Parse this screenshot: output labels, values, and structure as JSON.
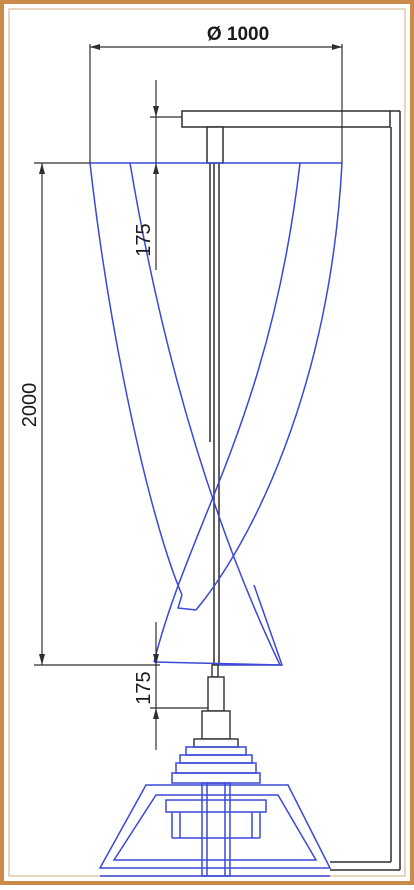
{
  "dimensions": {
    "diameter": "Ø 1000",
    "height": "2000",
    "top_offset": "175",
    "bottom_offset": "175"
  },
  "colors": {
    "frame_border": "#c98a4a",
    "drawing_line": "#2e2e2e",
    "blade_line": "#3a48d8",
    "base_line": "#3a48d8"
  }
}
